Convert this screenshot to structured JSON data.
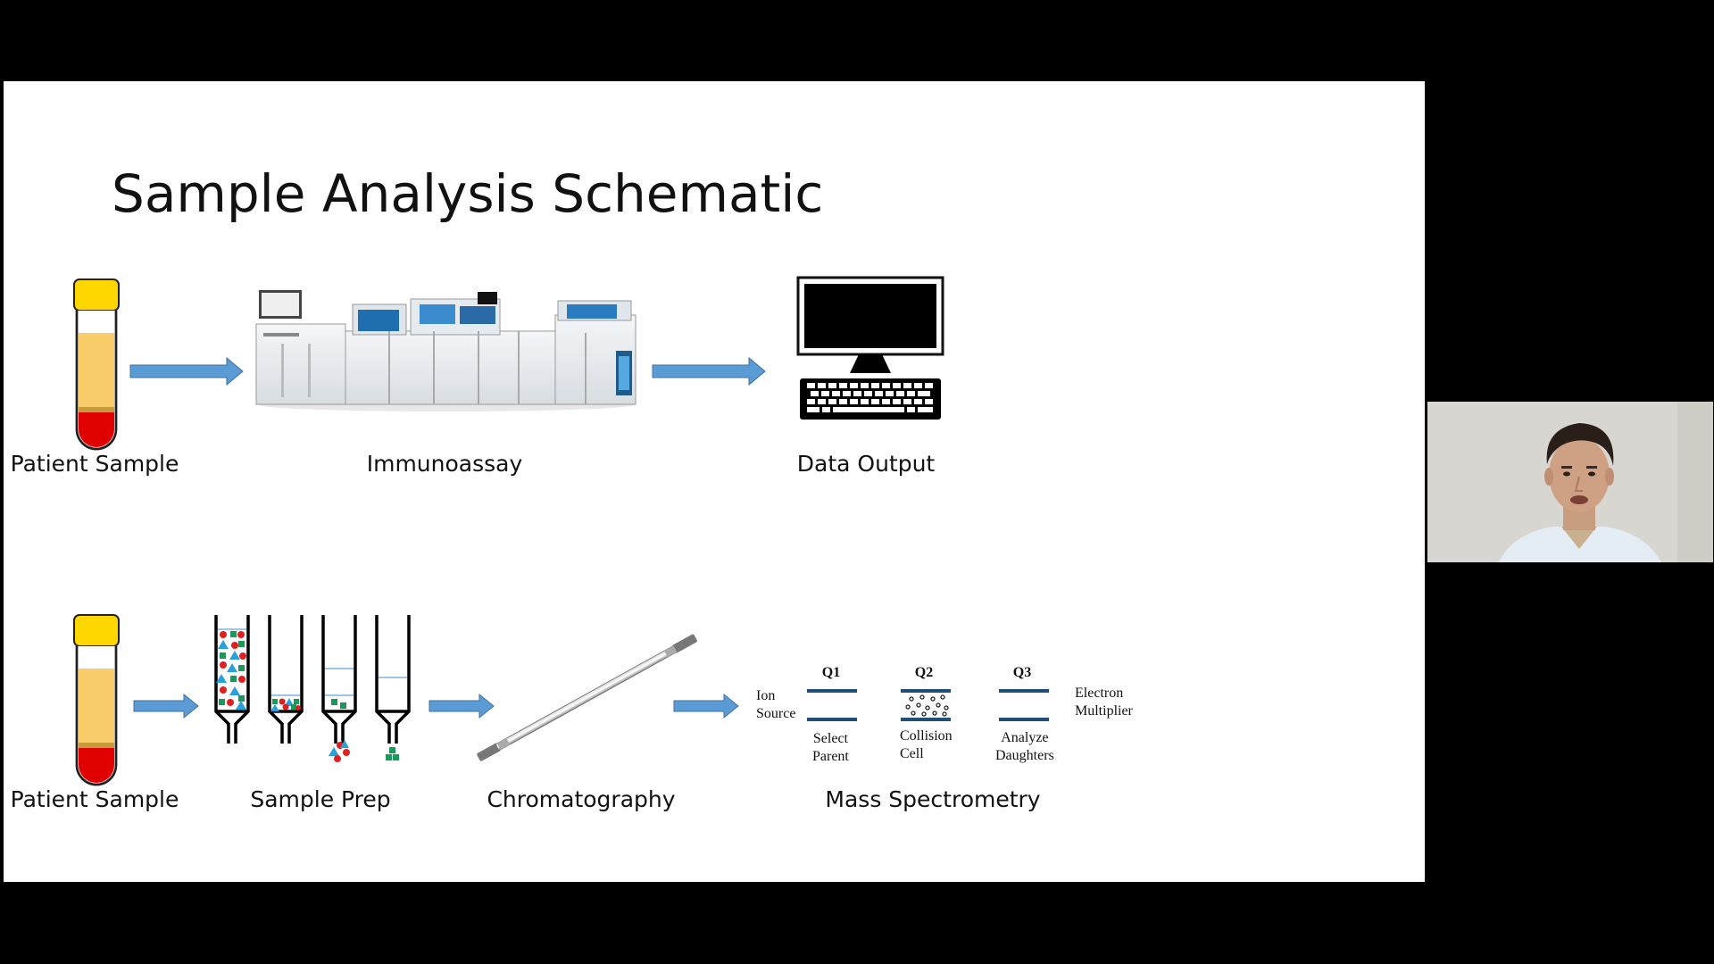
{
  "slide": {
    "title": "Sample Analysis Schematic",
    "row1": {
      "labels": {
        "patient_sample": "Patient Sample",
        "immunoassay": "Immunoassay",
        "data_output": "Data Output"
      }
    },
    "row2": {
      "labels": {
        "patient_sample": "Patient Sample",
        "sample_prep": "Sample Prep",
        "chromatography": "Chromatography",
        "mass_spectrometry": "Mass Spectrometry"
      }
    },
    "mass_spec": {
      "q1": "Q1",
      "q2": "Q2",
      "q3": "Q3",
      "ion_line1": "Ion",
      "ion_line2": "Source",
      "select_line1": "Select",
      "select_line2": "Parent",
      "collision_line1": "Collision",
      "collision_line2": "Cell",
      "analyze_line1": "Analyze",
      "analyze_line2": "Daughters",
      "electron_line1": "Electron",
      "electron_line2": "Multiplier"
    }
  },
  "colors": {
    "arrow": "#5b9bd5",
    "tube_cap": "#ffd700",
    "serum": "#f8cd6a",
    "blood": "#e00000",
    "particle_red": "#e02020",
    "particle_green": "#1a9a5a",
    "particle_blue": "#2aa0d8"
  }
}
